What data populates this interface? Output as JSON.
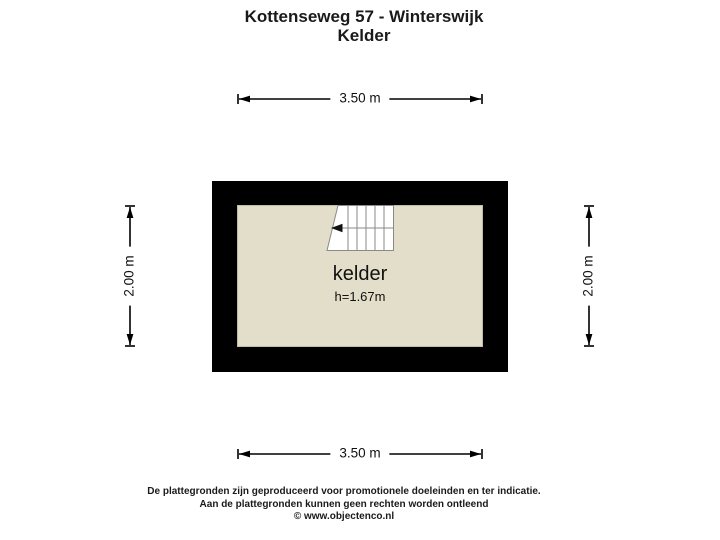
{
  "title": {
    "line1": "Kottenseweg 57 - Winterswijk",
    "line2": "Kelder"
  },
  "floor_plan": {
    "room": {
      "name": "kelder",
      "ceiling_height": "h=1.67m"
    },
    "dimensions": {
      "width_top": "3.50 m",
      "width_bottom": "3.50 m",
      "height_left": "2.00 m",
      "height_right": "2.00 m"
    },
    "icons": {
      "stairs": "stairs-icon",
      "stair_direction": "left-arrow-icon"
    }
  },
  "footer": {
    "line1": "De plattegronden zijn geproduceerd voor promotionele doeleinden en ter indicatie.",
    "line2": "Aan de plattegronden kunnen geen rechten worden ontleend",
    "line3": "© www.objectenco.nl"
  },
  "colors": {
    "background": "#ffffff",
    "wall": "#000000",
    "floor": "#e3dec9",
    "stair_outline": "#8a8a8a",
    "text": "#1a1a1a"
  }
}
